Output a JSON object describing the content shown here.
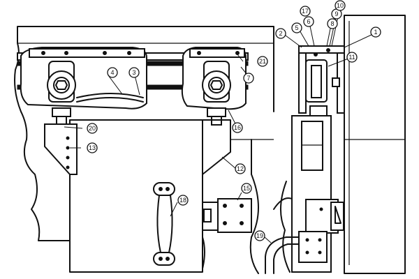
{
  "callouts": [
    {
      "id": "c1",
      "label": "1"
    },
    {
      "id": "c2",
      "label": "2"
    },
    {
      "id": "c3",
      "label": "3"
    },
    {
      "id": "c4",
      "label": "4"
    },
    {
      "id": "c5",
      "label": "5"
    },
    {
      "id": "c6",
      "label": "6"
    },
    {
      "id": "c7",
      "label": "7"
    },
    {
      "id": "c8",
      "label": "8"
    },
    {
      "id": "c9",
      "label": "9"
    },
    {
      "id": "c10",
      "label": "10"
    },
    {
      "id": "c11",
      "label": "11"
    },
    {
      "id": "c12",
      "label": "12"
    },
    {
      "id": "c13",
      "label": "13"
    },
    {
      "id": "c15",
      "label": "15"
    },
    {
      "id": "c16",
      "label": "16"
    },
    {
      "id": "c17",
      "label": "17"
    },
    {
      "id": "c18",
      "label": "18"
    },
    {
      "id": "c19",
      "label": "19"
    },
    {
      "id": "c20",
      "label": "20"
    },
    {
      "id": "c21",
      "label": "21"
    }
  ]
}
